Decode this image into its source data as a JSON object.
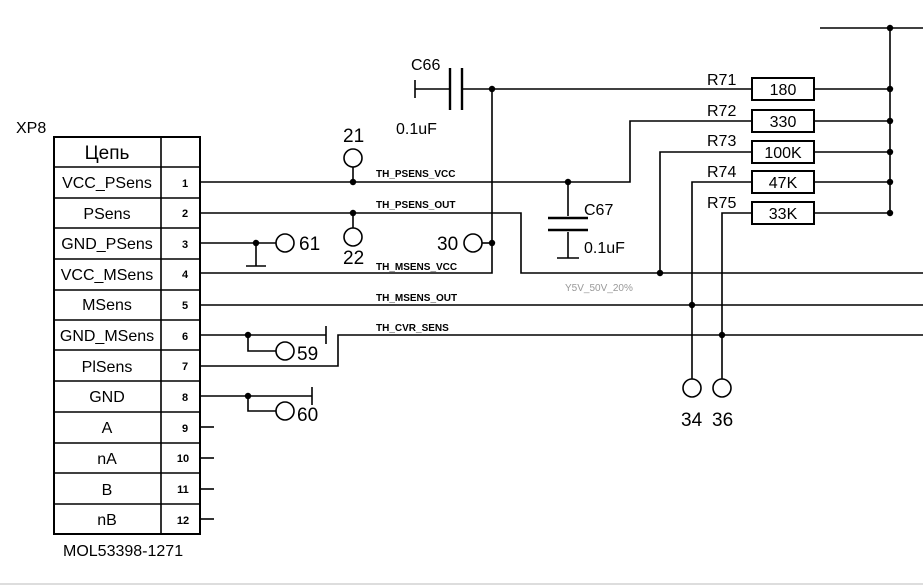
{
  "connector": {
    "ref": "XP8",
    "part": "MOL53398-1271",
    "header": "Цепь",
    "pins": [
      {
        "signal": "VCC_PSens",
        "num": "1"
      },
      {
        "signal": "PSens",
        "num": "2"
      },
      {
        "signal": "GND_PSens",
        "num": "3"
      },
      {
        "signal": "VCC_MSens",
        "num": "4"
      },
      {
        "signal": "MSens",
        "num": "5"
      },
      {
        "signal": "GND_MSens",
        "num": "6"
      },
      {
        "signal": "PlSens",
        "num": "7"
      },
      {
        "signal": "GND",
        "num": "8"
      },
      {
        "signal": "A",
        "num": "9"
      },
      {
        "signal": "nA",
        "num": "10"
      },
      {
        "signal": "B",
        "num": "11"
      },
      {
        "signal": "nB",
        "num": "12"
      }
    ]
  },
  "nets": {
    "th_psens_vcc": "TH_PSENS_VCC",
    "th_psens_out": "TH_PSENS_OUT",
    "th_msens_vcc": "TH_MSENS_VCC",
    "th_msens_out": "TH_MSENS_OUT",
    "th_cvr_sens": "TH_CVR_SENS"
  },
  "capacitors": {
    "c66": {
      "ref": "C66",
      "value": "0.1uF"
    },
    "c67": {
      "ref": "C67",
      "value": "0.1uF",
      "note": "Y5V_50V_20%"
    }
  },
  "resistors": [
    {
      "ref": "R71",
      "value": "180"
    },
    {
      "ref": "R72",
      "value": "330"
    },
    {
      "ref": "R73",
      "value": "100K"
    },
    {
      "ref": "R74",
      "value": "47K"
    },
    {
      "ref": "R75",
      "value": "33K"
    }
  ],
  "test_points": {
    "tp21": "21",
    "tp22": "22",
    "tp30": "30",
    "tp61": "61",
    "tp59": "59",
    "tp60": "60",
    "tp34": "34",
    "tp36": "36"
  }
}
